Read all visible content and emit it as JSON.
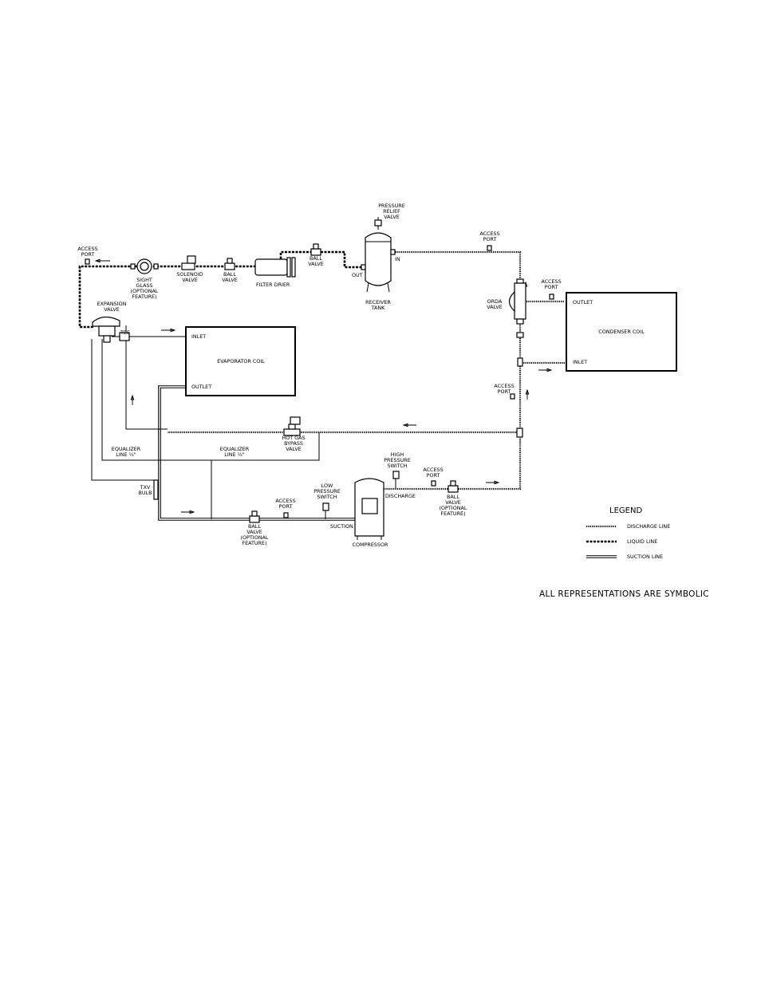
{
  "labels": {
    "pressure_relief_valve": [
      "PRESSURE",
      "RELIEF",
      "VALVE"
    ],
    "access_port_top_right": [
      "ACCESS",
      "PORT"
    ],
    "access_port_top_left": [
      "ACCESS",
      "PORT"
    ],
    "in": "IN",
    "out": "OUT",
    "ball_valve_top_1": [
      "BALL",
      "VALVE"
    ],
    "ball_valve_top_2": [
      "BALL",
      "VALVE"
    ],
    "solenoid_valve": [
      "SOLENOID",
      "VALVE"
    ],
    "sight_glass": [
      "SIGHT",
      "GLASS",
      "(OPTIONAL",
      "FEATURE)"
    ],
    "filter_drier": "FILTER DRIER",
    "receiver_tank": [
      "RECEIVER",
      "TANK"
    ],
    "access_port_orda": [
      "ACCESS",
      "PORT"
    ],
    "orda_valve": [
      "ORDA",
      "VALVE"
    ],
    "expansion_valve": [
      "EXPANSION",
      "VALVE"
    ],
    "tee": "TEE",
    "evap_inlet": "INLET",
    "evap_outlet": "OUTLET",
    "evaporator_coil": "EVAPORATOR COIL",
    "cond_outlet": "OUTLET",
    "cond_inlet": "INLET",
    "condenser_coil": "CONDENSER COIL",
    "access_port_right_mid": [
      "ACCESS",
      "PORT"
    ],
    "hot_gas_bypass_valve": [
      "HOT GAS",
      "BYPASS",
      "VALVE"
    ],
    "equalizer_line_left": [
      "EQUALIZER",
      "LINE ¼\""
    ],
    "equalizer_line_mid": [
      "EQUALIZER",
      "LINE ¼\""
    ],
    "high_pressure_switch": [
      "HIGH",
      "PRESSURE",
      "SWITCH"
    ],
    "access_port_discharge": [
      "ACCESS",
      "PORT"
    ],
    "low_pressure_switch": [
      "LOW",
      "PRESSURE",
      "SWITCH"
    ],
    "access_port_suction": [
      "ACCESS",
      "PORT"
    ],
    "txv_bulb": [
      "TXV",
      "BULB"
    ],
    "discharge": "DISCHARGE",
    "suction": "SUCTION",
    "ball_valve_suction": [
      "BALL",
      "VALVE",
      "(OPTIONAL",
      "FEATURE)"
    ],
    "ball_valve_discharge": [
      "BALL",
      "VALVE",
      "(OPTIONAL",
      "FEATURE)"
    ],
    "compressor": "COMPRESSOR"
  },
  "legend": {
    "title": "LEGEND",
    "items": [
      {
        "label": "DISCHARGE LINE",
        "style": "discharge"
      },
      {
        "label": "LIQUID LINE",
        "style": "liquid"
      },
      {
        "label": "SUCTION LINE",
        "style": "suction"
      }
    ]
  },
  "note": "ALL REPRESENTATIONS ARE SYMBOLIC"
}
